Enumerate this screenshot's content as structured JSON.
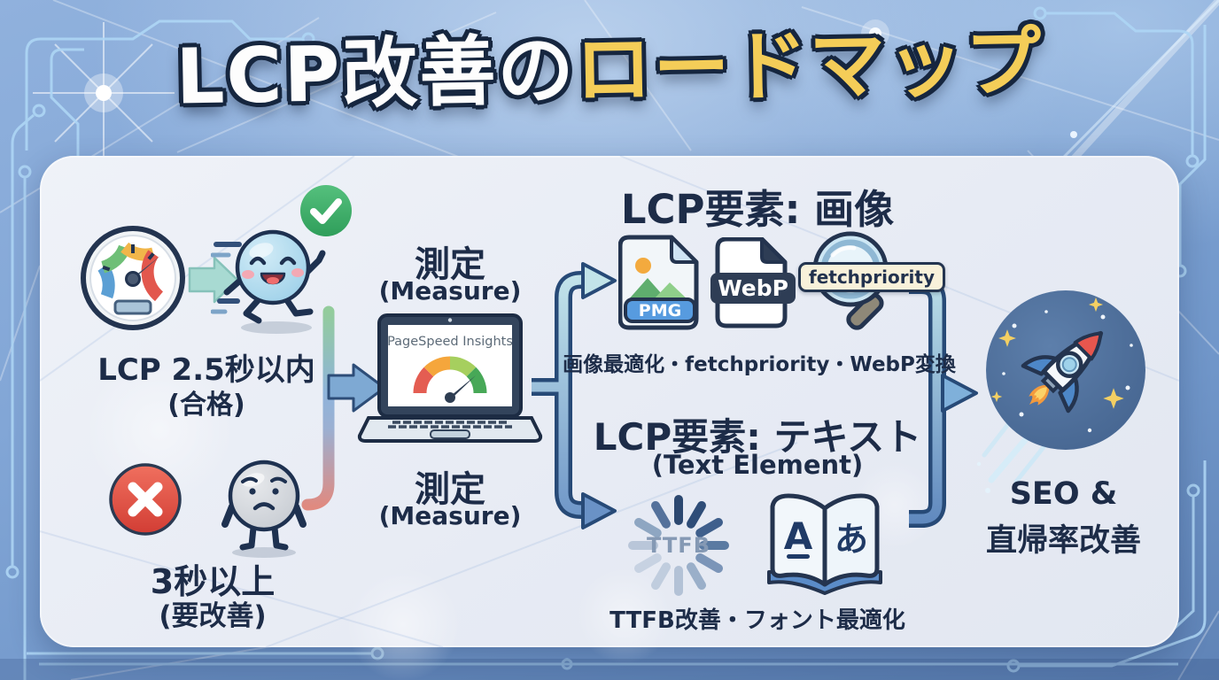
{
  "title": {
    "part_white": "LCP改善の",
    "part_yellow": "ロードマップ"
  },
  "left_flow": {
    "pass_label": "LCP 2.5秒以内",
    "pass_note": "(合格)",
    "fail_label": "3秒以上",
    "fail_note": "(要改善)"
  },
  "measure": {
    "top_label": "測定",
    "top_note": "(Measure)",
    "bottom_label": "測定",
    "bottom_note": "(Measure)",
    "laptop_screen_title": "PageSpeed Insights"
  },
  "image_branch": {
    "heading": "LCP要素: 画像",
    "file_badge": "PMG",
    "webp_label": "WebP",
    "fetchpriority_label": "fetchpriority",
    "caption": "画像最適化・fetchpriority・WebP変換"
  },
  "text_branch": {
    "heading": "LCP要素: テキスト",
    "subheading": "(Text Element)",
    "ttfb_label": "TTFB",
    "book_left_glyph": "A",
    "book_right_glyph": "あ",
    "caption": "TTFB改善・フォント最適化"
  },
  "outcome": {
    "line1": "SEO &",
    "line2": "直帰率改善"
  },
  "colors": {
    "accent_yellow": "#f4cd58",
    "navy_text": "#1d2c48",
    "panel_bg": "#e9edf5",
    "pass_green": "#3faf6c",
    "fail_red": "#dd4a40"
  }
}
